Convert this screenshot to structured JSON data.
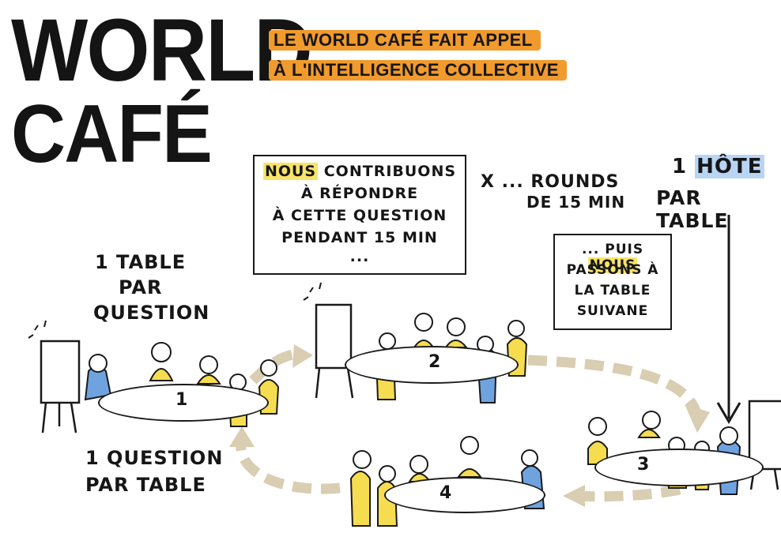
{
  "title": {
    "line1": "WORLD",
    "line2": "CAFÉ"
  },
  "subtitle": {
    "line1": "LE WORLD CAFÉ FAIT APPEL",
    "line2": "À L'INTELLIGENCE COLLECTIVE"
  },
  "question_box": {
    "line1_highlight": "NOUS",
    "line1_rest": " CONTRIBUONS",
    "line2": "À RÉPONDRE",
    "line3": "À CETTE QUESTION",
    "line4": "PENDANT 15 MIN",
    "line5": "..."
  },
  "rounds": {
    "line1": "X ... ROUNDS",
    "line2": "DE 15 MIN"
  },
  "host": {
    "number": "1",
    "word": "HÔTE",
    "line2": "PAR TABLE"
  },
  "table_per_question": {
    "line1": "1 TABLE",
    "line2": "PAR",
    "line3": "QUESTION"
  },
  "question_per_table": {
    "line1": "1 QUESTION",
    "line2": "PAR TABLE"
  },
  "puis_box": {
    "line1_prefix": "... PUIS ",
    "line1_highlight": "NOUS",
    "line2": "PASSONS À",
    "line3": "LA TABLE",
    "line4": "SUIVANE"
  },
  "tables": [
    "1",
    "2",
    "3",
    "4"
  ],
  "colors": {
    "accent_orange": "#f19a2e",
    "person_yellow": "#f6dd4f",
    "person_blue": "#6fa3e0",
    "arrow_beige": "#d9cdb2",
    "highlight_yellow": "#f7e46a",
    "highlight_blue": "#b9d5f4"
  }
}
